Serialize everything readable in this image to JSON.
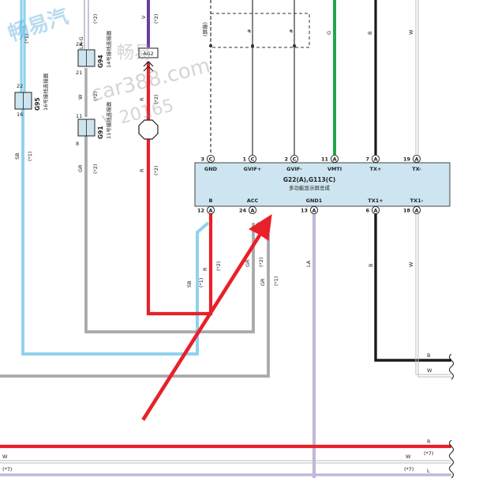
{
  "module": {
    "name": "G22(A),G113(C)",
    "subtitle": "多功能显示屏总成",
    "top_pins": [
      {
        "num": "3",
        "c": "C",
        "label": "GND"
      },
      {
        "num": "1",
        "c": "C",
        "label": "GVIF+"
      },
      {
        "num": "2",
        "c": "C",
        "label": "GVIF-"
      },
      {
        "num": "11",
        "c": "A",
        "label": "VMTI"
      },
      {
        "num": "7",
        "c": "A",
        "label": "TX+"
      },
      {
        "num": "19",
        "c": "A",
        "label": "TX-"
      }
    ],
    "bottom_pins": [
      {
        "num": "12",
        "c": "A",
        "label": "B"
      },
      {
        "num": "24",
        "c": "A",
        "label": "ACC"
      },
      {
        "num": "13",
        "c": "A",
        "label": "GND1"
      },
      {
        "num": "6",
        "c": "A",
        "label": "TX1+"
      },
      {
        "num": "18",
        "c": "A",
        "label": "TX1-"
      }
    ]
  },
  "wire_colors": {
    "red": "#e8202a",
    "lightblue": "#8fd3ec",
    "gray": "#a7a9ab",
    "lavender": "#c3b7d8",
    "green": "#1ea84a",
    "purple": "#6c3ba0",
    "black": "#1a1a1a",
    "white_wire": "#cfcfcf",
    "module_fill": "#cde5f0"
  },
  "wire_labels": {
    "top_v": "V",
    "top_g": "G",
    "top_b": "B",
    "top_w": "W",
    "la_g": "LA-G",
    "r": "R",
    "sb": "SB",
    "gr": "GR",
    "la": "LA",
    "b": "B",
    "w": "W",
    "l": "L",
    "hash": "#",
    "shield": "(屏蔽)"
  },
  "notes": {
    "n1": "(*1)",
    "n2": "(*2)",
    "n7": "(*7)"
  },
  "connectors": {
    "ag2": "AG2",
    "g95": {
      "id": "G95",
      "desc": "16号接线连接器",
      "top": "22",
      "bottom": "16"
    },
    "g94": {
      "id": "G94",
      "desc": "14号接线连接器",
      "top": "22",
      "bottom": "21"
    },
    "g91": {
      "id": "G91",
      "desc": "11号接线连接器",
      "top": "11",
      "bottom": "8"
    }
  },
  "watermark": {
    "logo": "畅易汽",
    "url": "car388.com",
    "extra": "畅易",
    "code": "V 20165"
  }
}
